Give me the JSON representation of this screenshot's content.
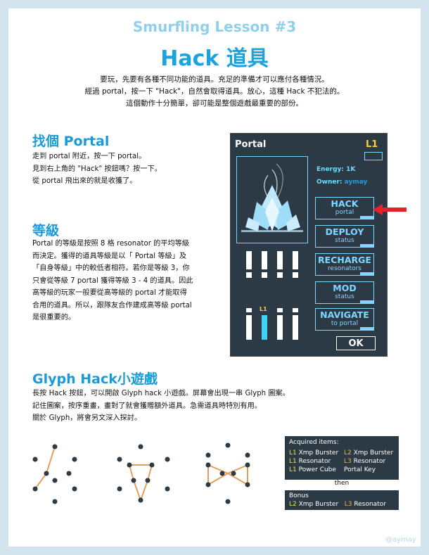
{
  "header": {
    "lesson": "Smurfling Lesson #3",
    "title": "Hack 道具"
  },
  "intro": [
    "要玩，先要有各種不同功能的道具。充足的準備才可以應付各種情況。",
    "經過 portal，按一下 \"Hack\"，自然會取得道具。放心，這種 Hack 不犯法的。",
    "這個動作十分簡單，卻可能是整個遊戲最重要的部份。"
  ],
  "find_portal": {
    "heading": "找個 Portal",
    "lines": [
      "走到 portal 附近，按一下 portal。",
      "見到右上角的 \"Hack\" 按鈕嗎？按一下。",
      "從 portal 飛出來的就是收獲了。"
    ]
  },
  "level": {
    "heading": "等級",
    "lines": [
      "Portal 的等級是按照 8 格 resonator 的平均等級",
      "而決定。獲得的道具等級是以「 Portal 等級」及",
      "「自身等級」中的較低者相符。若你是等級 3，你",
      "只會從等級 7 portal 獲得等級 3 - 4 的道具。因此",
      "高等級的玩家一般要從高等級的 portal 才能取得",
      "合用的道具。所以，跟隊友合作建成高等級 portal",
      "是很重要的。"
    ]
  },
  "glyph": {
    "heading": "Glyph Hack小遊戲",
    "lines": [
      "長按 Hack 按鈕，可以開啟 Glyph hack 小遊戲。屏幕會出現一串 Glyph 圖案。",
      "記住圖案，按序重畫，畫對了就會獲贈額外道具。急需道具時特別有用。",
      "關於 Glyph，將會另文深入探討。"
    ]
  },
  "portal_panel": {
    "title": "Portal",
    "level": "L1",
    "energy": "Energy: 1K",
    "owner_label": "Owner: ",
    "owner_name": "aymay",
    "slot_label": "L1",
    "buttons": [
      {
        "main": "HACK",
        "sub": "portal"
      },
      {
        "main": "DEPLOY",
        "sub": "status"
      },
      {
        "main": "RECHARGE",
        "sub": "resonators"
      },
      {
        "main": "MOD",
        "sub": "status"
      },
      {
        "main": "NAVIGATE",
        "sub": "to portal"
      }
    ],
    "ok": "OK"
  },
  "acquired": {
    "title": "Acquired items:",
    "col1": [
      {
        "lv": "L1",
        "name": "Xmp Burster"
      },
      {
        "lv": "L1",
        "name": "Resonator"
      },
      {
        "lv": "L1",
        "name": "Power Cube"
      }
    ],
    "col2": [
      {
        "lv": "L2",
        "name": "Xmp Burster"
      },
      {
        "lv": "L3",
        "name": "Resonator"
      },
      {
        "lv": "",
        "name": "Portal Key"
      }
    ],
    "then": "then",
    "bonus_title": "Bonus",
    "bonus": [
      {
        "lv": "L2",
        "name": "Xmp Burster"
      },
      {
        "lv": "L3",
        "name": "Resonator"
      }
    ]
  },
  "watermark": "@aymay",
  "colors": {
    "accent": "#1aa3df",
    "panel": "#2b3a44",
    "cyan": "#7fd8ff",
    "arrow": "#e8202a"
  }
}
